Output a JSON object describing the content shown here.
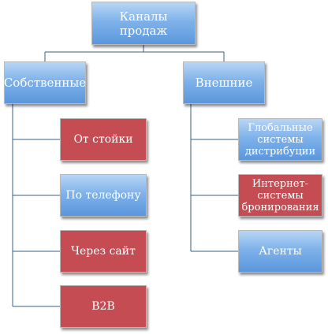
{
  "root": {
    "label": "Каналы\nпродаж"
  },
  "own": {
    "label": "Собственные",
    "children": [
      "От стойки",
      "По телефону",
      "Через сайт",
      "B2B"
    ]
  },
  "external": {
    "label": "Внешние",
    "children": [
      "Глобальные\nсистемы\nдистрибуции",
      "Интернет-\nсистемы\nбронирования",
      "Агенты"
    ]
  },
  "colors": {
    "blue_top": "#b8d6f5",
    "blue_bottom": "#5b97dc",
    "red": "#c44c52",
    "connector": "#3b5f87"
  }
}
